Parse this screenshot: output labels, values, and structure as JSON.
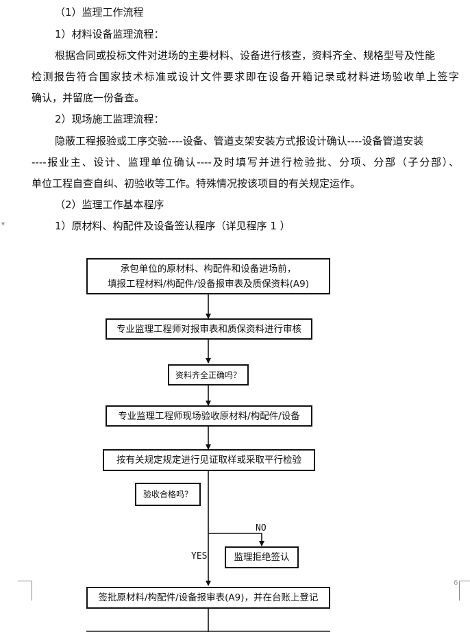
{
  "document": {
    "heading_1": "（1）监理工作流程",
    "sub_1": "1）材料设备监理流程：",
    "para_1": [
      "根据合同或投标文件对进场的主要材料、设备进行核查，资料齐全、规格型号及性能",
      "检测报告符合国家技术标准或设计文件要求即在设备开箱记录或材料进场验收单上签字",
      "确认，并留底一份备查。"
    ],
    "sub_2": "2）现场施工监理流程：",
    "para_2": [
      "隐蔽工程报验或工序交验----设备、管道支架安装方式报设计确认----设备管道安装",
      "----报业主、设计、监理单位确认----及时填写并进行检验批、分项、分部（子分部）、",
      "单位工程自查自纠、初验收等工作。特殊情况按该项目的有关规定运作。"
    ],
    "heading_2": "（2）监理工作基本程序",
    "sub_3": "1）原材料、构配件及设备签认程序（详见程序 1 ）",
    "page_number": "6"
  },
  "flowchart": {
    "box_1_line_1": "承包单位的原材料、构配件和设备进场前，",
    "box_1_line_2": "填报工程材料/构配件/设备报审表及质保资料(A9)",
    "box_2": "专业监理工程师对报审表和质保资料进行审核",
    "box_3": "资料齐全正确吗？",
    "box_4": "专业监理工程师现场验收原材料/构配件/设备",
    "box_5": "按有关规定规定进行见证取样或采取平行检验",
    "box_6": "验收合格吗？",
    "no_label": "NO",
    "box_7": "监理拒绝签认",
    "yes_label": "YES",
    "box_8": "签批原材料/构配件/设备报审表(A9)，并在台账上登记"
  }
}
